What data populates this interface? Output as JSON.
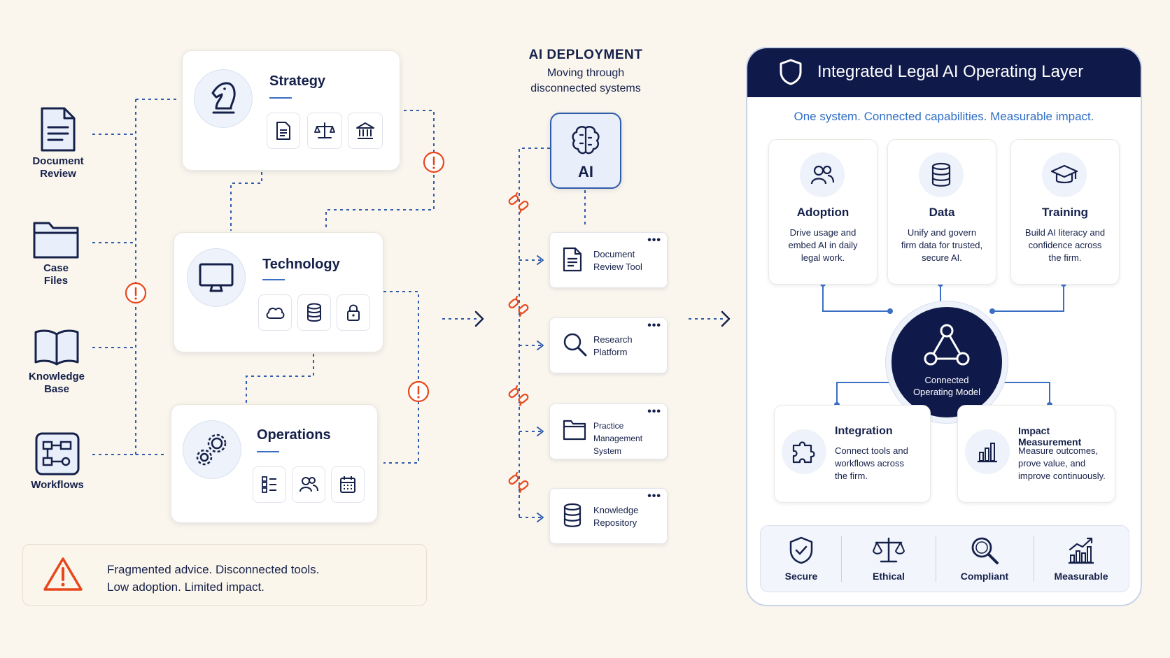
{
  "sources": [
    {
      "label": "Document\nReview",
      "icon": "document-icon"
    },
    {
      "label": "Case\nFiles",
      "icon": "folder-icon"
    },
    {
      "label": "Knowledge\nBase",
      "icon": "book-icon"
    },
    {
      "label": "Workflows",
      "icon": "workflow-icon"
    }
  ],
  "pillars": {
    "strategy": {
      "title": "Strategy",
      "icon": "chess-knight-icon",
      "mini_icons": [
        "document-icon",
        "scales-icon",
        "courthouse-icon"
      ]
    },
    "technology": {
      "title": "Technology",
      "icon": "monitor-icon",
      "mini_icons": [
        "cloud-icon",
        "database-icon",
        "lock-icon"
      ]
    },
    "operations": {
      "title": "Operations",
      "icon": "gears-icon",
      "mini_icons": [
        "checklist-icon",
        "users-icon",
        "calendar-icon"
      ]
    }
  },
  "warning": {
    "text": "Fragmented advice. Disconnected tools.\nLow adoption. Limited impact.",
    "icon": "warning-triangle-icon"
  },
  "deployment": {
    "title": "AI DEPLOYMENT",
    "subtitle": "Moving through\ndisconnected systems",
    "ai_label": "AI",
    "tools": [
      {
        "label": "Document\nReview Tool",
        "icon": "document-icon"
      },
      {
        "label": "Research\nPlatform",
        "icon": "magnifier-icon"
      },
      {
        "label": "Practice\nManagement System",
        "icon": "folder-icon"
      },
      {
        "label": "Knowledge\nRepository",
        "icon": "database-icon"
      }
    ],
    "more_label": "•••"
  },
  "layer": {
    "title": "Integrated Legal AI Operating Layer",
    "tagline": "One system. Connected capabilities. Measurable impact.",
    "capabilities": [
      {
        "title": "Adoption",
        "desc": "Drive usage and\nembed AI in daily\nlegal work.",
        "icon": "users-icon"
      },
      {
        "title": "Data",
        "desc": "Unify and govern\nfirm data for trusted,\nsecure AI.",
        "icon": "database-icon"
      },
      {
        "title": "Training",
        "desc": "Build AI literacy and\nconfidence across\nthe firm.",
        "icon": "graduation-cap-icon"
      }
    ],
    "hub_label": "Connected\nOperating Model",
    "lower": [
      {
        "title": "Integration",
        "desc": "Connect tools and\nworkflows across\nthe firm.",
        "icon": "puzzle-icon"
      },
      {
        "title": "Impact Measurement",
        "desc": "Measure outcomes,\nprove value, and\nimprove continuously.",
        "icon": "bar-chart-icon"
      }
    ],
    "properties": [
      {
        "label": "Secure",
        "icon": "shield-check-icon"
      },
      {
        "label": "Ethical",
        "icon": "scales-icon"
      },
      {
        "label": "Compliant",
        "icon": "magnifier-icon"
      },
      {
        "label": "Measurable",
        "icon": "trend-chart-icon"
      }
    ]
  },
  "colors": {
    "navy": "#0f1a4a",
    "blue": "#2f5bab",
    "accent": "#2f6ec6",
    "alert": "#e8471c",
    "background": "#faf6ee"
  }
}
